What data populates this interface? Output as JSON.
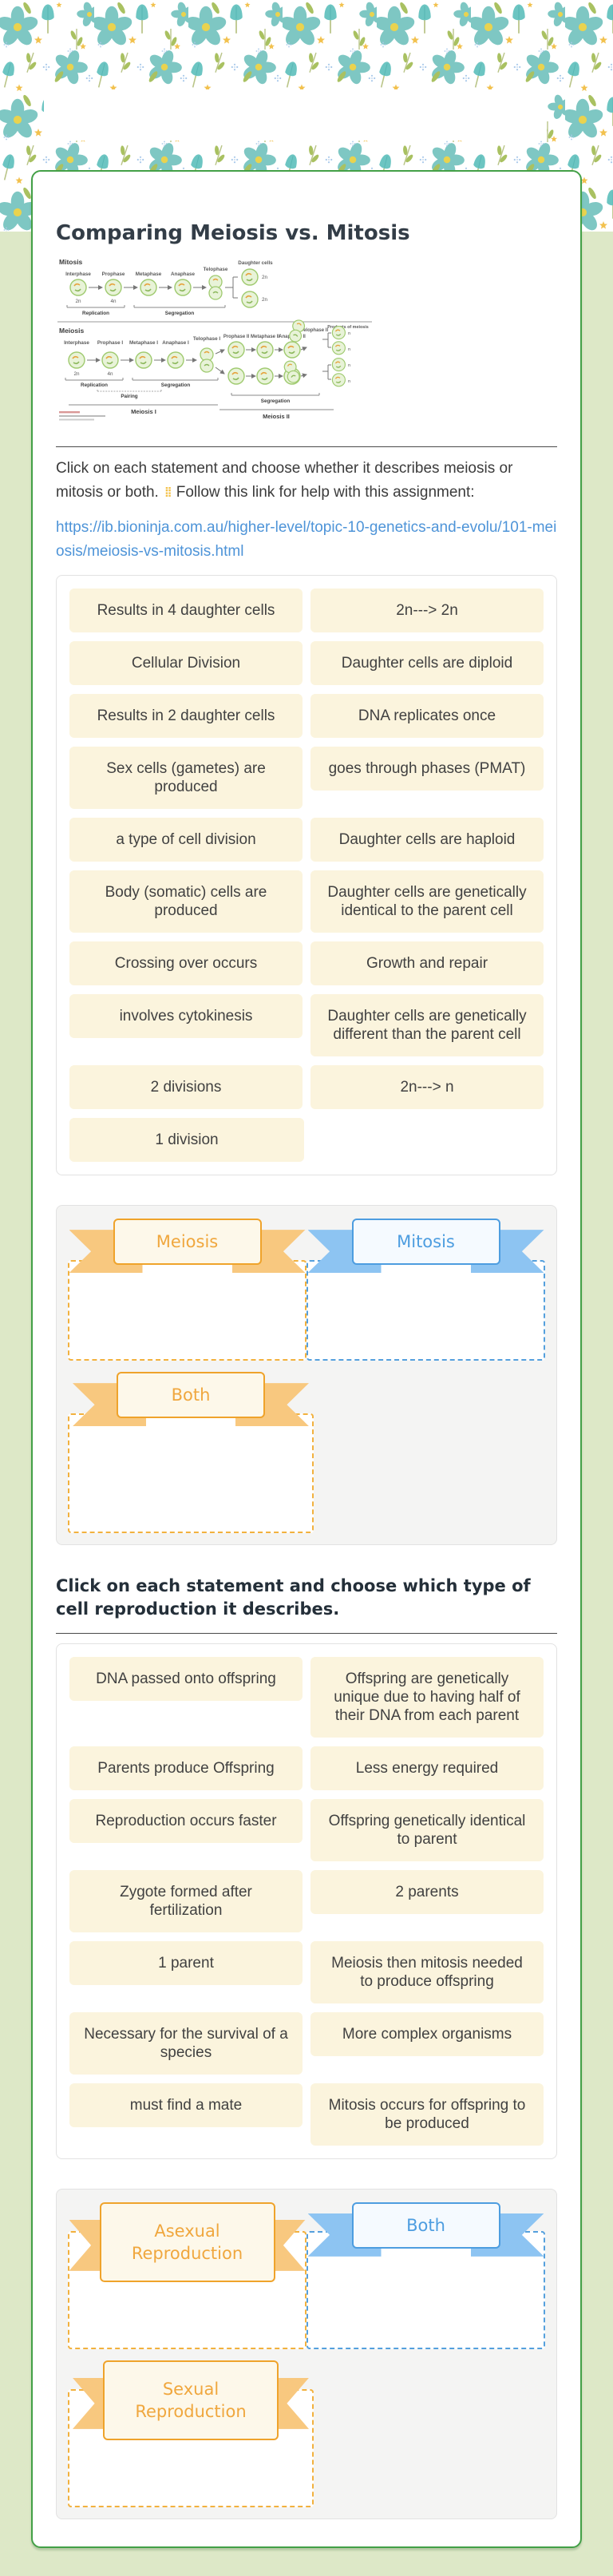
{
  "colors": {
    "page_background": "#dde8c7",
    "card_border_green": "#43a047",
    "statement_cream": "#fbf4dd",
    "accent_orange": "#f0a73e",
    "accent_blue": "#4d9de0",
    "link_blue": "#4e94d8",
    "floral_teal": "#7ec7c3"
  },
  "header": {
    "banner_text": ""
  },
  "title": "Comparing Meiosis vs. Mitosis",
  "diagram": {
    "mitosis": {
      "title": "Mitosis",
      "phases": [
        "Interphase",
        "Prophase",
        "Metaphase",
        "Anaphase",
        "Telophase"
      ],
      "daughter_label": "Daughter cells",
      "start_ploidy": "2n",
      "replicated_ploidy": "4n",
      "daughter_ploidy": [
        "2n",
        "2n"
      ],
      "replication_label": "Replication",
      "segregation_label": "Segregation"
    },
    "meiosis": {
      "title": "Meiosis",
      "phases1": [
        "Interphase",
        "Prophase I",
        "Metaphase I",
        "Anaphase I",
        "Telophase I"
      ],
      "phases2": [
        "Prophase II",
        "Metaphase II",
        "Anaphase II",
        "Telophase II"
      ],
      "products_label": "Products of meiosis",
      "start_ploidy": "2n",
      "replicated_ploidy": "4n",
      "product_ploidy": [
        "n",
        "n",
        "n",
        "n"
      ],
      "replication_label": "Replication",
      "pairing_label": "Pairing",
      "segregation1_label": "Segregation",
      "segregation2_label": "Segregation",
      "division1_label": "Meiosis I",
      "division2_label": "Meiosis II"
    }
  },
  "section1": {
    "instructions": "Click on each statement and choose whether it describes meiosis or mitosis or both.",
    "drag_icon": "⁞⁞",
    "follow_text": "Follow this link for help with this assignment:",
    "link": "https://ib.bioninja.com.au/higher-level/topic-10-genetics-and-evolu/101-meiosis/meiosis-vs-mitosis.html",
    "rows": [
      {
        "left": "Results in 4 daughter cells",
        "right": "2n---> 2n"
      },
      {
        "left": "Cellular Division",
        "right": "Daughter cells are diploid"
      },
      {
        "left": "Results in 2 daughter cells",
        "right": "DNA replicates once"
      },
      {
        "left": "Sex cells (gametes) are produced",
        "right": "goes through phases (PMAT)"
      },
      {
        "left": "a type of cell division",
        "right": "Daughter cells are haploid"
      },
      {
        "left": "Body (somatic) cells are produced",
        "right": "Daughter cells are genetically identical to the parent cell"
      },
      {
        "left": "Crossing over occurs",
        "right": "Growth and repair"
      },
      {
        "left": "involves cytokinesis",
        "right": "Daughter cells are genetically different than the parent cell"
      },
      {
        "left": "2 divisions",
        "right": "2n---> n"
      },
      {
        "left": "1 division",
        "right": ""
      }
    ],
    "bins": [
      {
        "label": "Meiosis",
        "color": "orange"
      },
      {
        "label": "Mitosis",
        "color": "blue"
      },
      {
        "label": "Both",
        "color": "orange"
      }
    ]
  },
  "section2": {
    "heading": "Click on each statement and choose which type of cell reproduction it describes.",
    "rows": [
      {
        "left": "DNA passed onto offspring",
        "right": "Offspring are genetically unique due to having half of their DNA from each parent"
      },
      {
        "left": "Parents produce Offspring",
        "right": "Less energy required"
      },
      {
        "left": "Reproduction occurs faster",
        "right": "Offspring genetically identical to parent"
      },
      {
        "left": "Zygote formed after fertilization",
        "right": "2 parents"
      },
      {
        "left": "1 parent",
        "right": "Meiosis then mitosis needed to produce offspring"
      },
      {
        "left": "Necessary for the survival of a species",
        "right": "More complex organisms"
      },
      {
        "left": "must find a mate",
        "right": "Mitosis occurs for offspring to be produced"
      }
    ],
    "bins": [
      {
        "label": "Asexual Reproduction",
        "color": "orange"
      },
      {
        "label": "Both",
        "color": "blue"
      },
      {
        "label": "Sexual Reproduction",
        "color": "orange"
      }
    ]
  }
}
